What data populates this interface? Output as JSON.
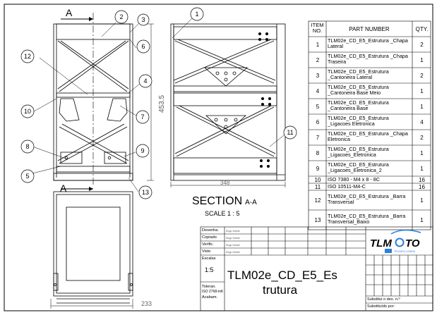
{
  "sheet": {
    "section_label": "A",
    "section_title": "SECTION",
    "section_suffix": "A-A",
    "scale_label": "SCALE 1 : 5",
    "dimensions": {
      "front_height": "453.5",
      "side_width": "348",
      "bottom_width": "233"
    },
    "balloons": [
      "1",
      "2",
      "3",
      "4",
      "5",
      "6",
      "7",
      "8",
      "9",
      "10",
      "11",
      "12",
      "13"
    ]
  },
  "bom": {
    "headers": {
      "item": "ITEM NO.",
      "part": "PART NUMBER",
      "qty": "QTY."
    },
    "rows": [
      {
        "item": "1",
        "part": "TLM02e_CD_E5_Estrutura _Chapa Lateral",
        "qty": "2"
      },
      {
        "item": "2",
        "part": "TLM02e_CD_E5_Estrutura _Chapa Traseira",
        "qty": "1"
      },
      {
        "item": "3",
        "part": "TLM02e_CD_E5_Estrutura _Cantoneira Lateral",
        "qty": "2"
      },
      {
        "item": "4",
        "part": "TLM02e_CD_E5_Estrutura _Cantoneira Base Meio",
        "qty": "1"
      },
      {
        "item": "5",
        "part": "TLM02e_CD_E5_Estrutura _Cantoneira Base",
        "qty": "1"
      },
      {
        "item": "6",
        "part": "TLM02e_CD_E5_Estrutura _Ligacoes Eletronica",
        "qty": "4"
      },
      {
        "item": "7",
        "part": "TLM02e_CD_E5_Estrutura _Chapa Eletronica",
        "qty": "2"
      },
      {
        "item": "8",
        "part": "TLM02e_CD_E5_Estrutura _Ligacoes_Eletronica",
        "qty": "1"
      },
      {
        "item": "9",
        "part": "TLM02e_CD_E5_Estrutura _Ligacoes_Eletronica_2",
        "qty": "1"
      },
      {
        "item": "10",
        "part": "ISO 7380 - M4 x 8 - 8C",
        "qty": "16"
      },
      {
        "item": "11",
        "part": "ISO 10511-M4-C",
        "qty": "16"
      },
      {
        "item": "12",
        "part": "TLM02e_CD_E5_Estrutura _Barra Transversal",
        "qty": "1"
      },
      {
        "item": "13",
        "part": "TLM02e_CD_E5_Estrutura _Barra Transversal_Baixo",
        "qty": "1"
      }
    ]
  },
  "title_block": {
    "roles": [
      "Desenha.",
      "Copiado",
      "Verific.",
      "Visto"
    ],
    "names": [
      "Diogo Vicente",
      "Diogo Vicente",
      "Diogo Vicente",
      "Diogo Vicente"
    ],
    "escalas_label": "Escalas",
    "scale_value": "1:5",
    "tolerance_label": "Toleran.",
    "tolerance_value": "ISO 2768-mK",
    "finish_label": "Acabam.",
    "drawing_title_line1": "TLM02e_CD_E5_Es",
    "drawing_title_line2": "trutura",
    "logo_text": "TLMOTO",
    "logo_subtitle": "TÉCNICO LISBOA",
    "replaces_label": "Substitui o des. n.º",
    "replaced_by_label": "Substituído por:"
  }
}
